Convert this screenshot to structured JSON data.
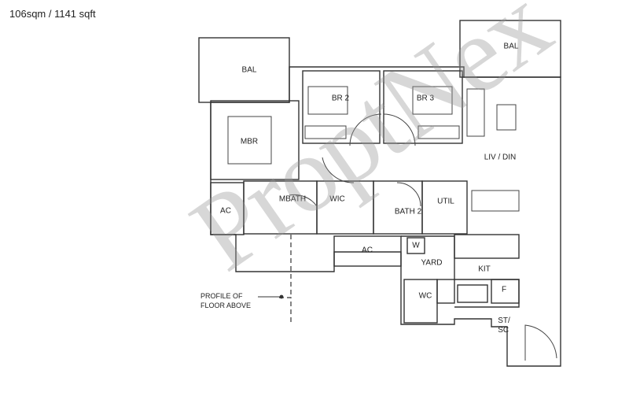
{
  "header": {
    "area": "106sqm / 1141 sqft"
  },
  "rooms": {
    "bal_left": "BAL",
    "bal_right": "BAL",
    "br2": "BR 2",
    "br3": "BR 3",
    "mbr": "MBR",
    "liv_din": "LIV / DIN",
    "ac_left": "AC",
    "mbath": "MBATH",
    "wic": "WIC",
    "bath2": "BATH 2",
    "util": "UTIL",
    "ac_mid": "AC",
    "w": "W",
    "yard": "YARD",
    "kit": "KIT",
    "wc": "WC",
    "f": "F",
    "st_sc": "ST/\nSC"
  },
  "notes": {
    "profile_line1": "PROFILE OF",
    "profile_line2": "FLOOR ABOVE"
  },
  "watermark": "ProptNex",
  "colors": {
    "wall": "#333333",
    "line": "#555555",
    "watermark": "#969696"
  }
}
